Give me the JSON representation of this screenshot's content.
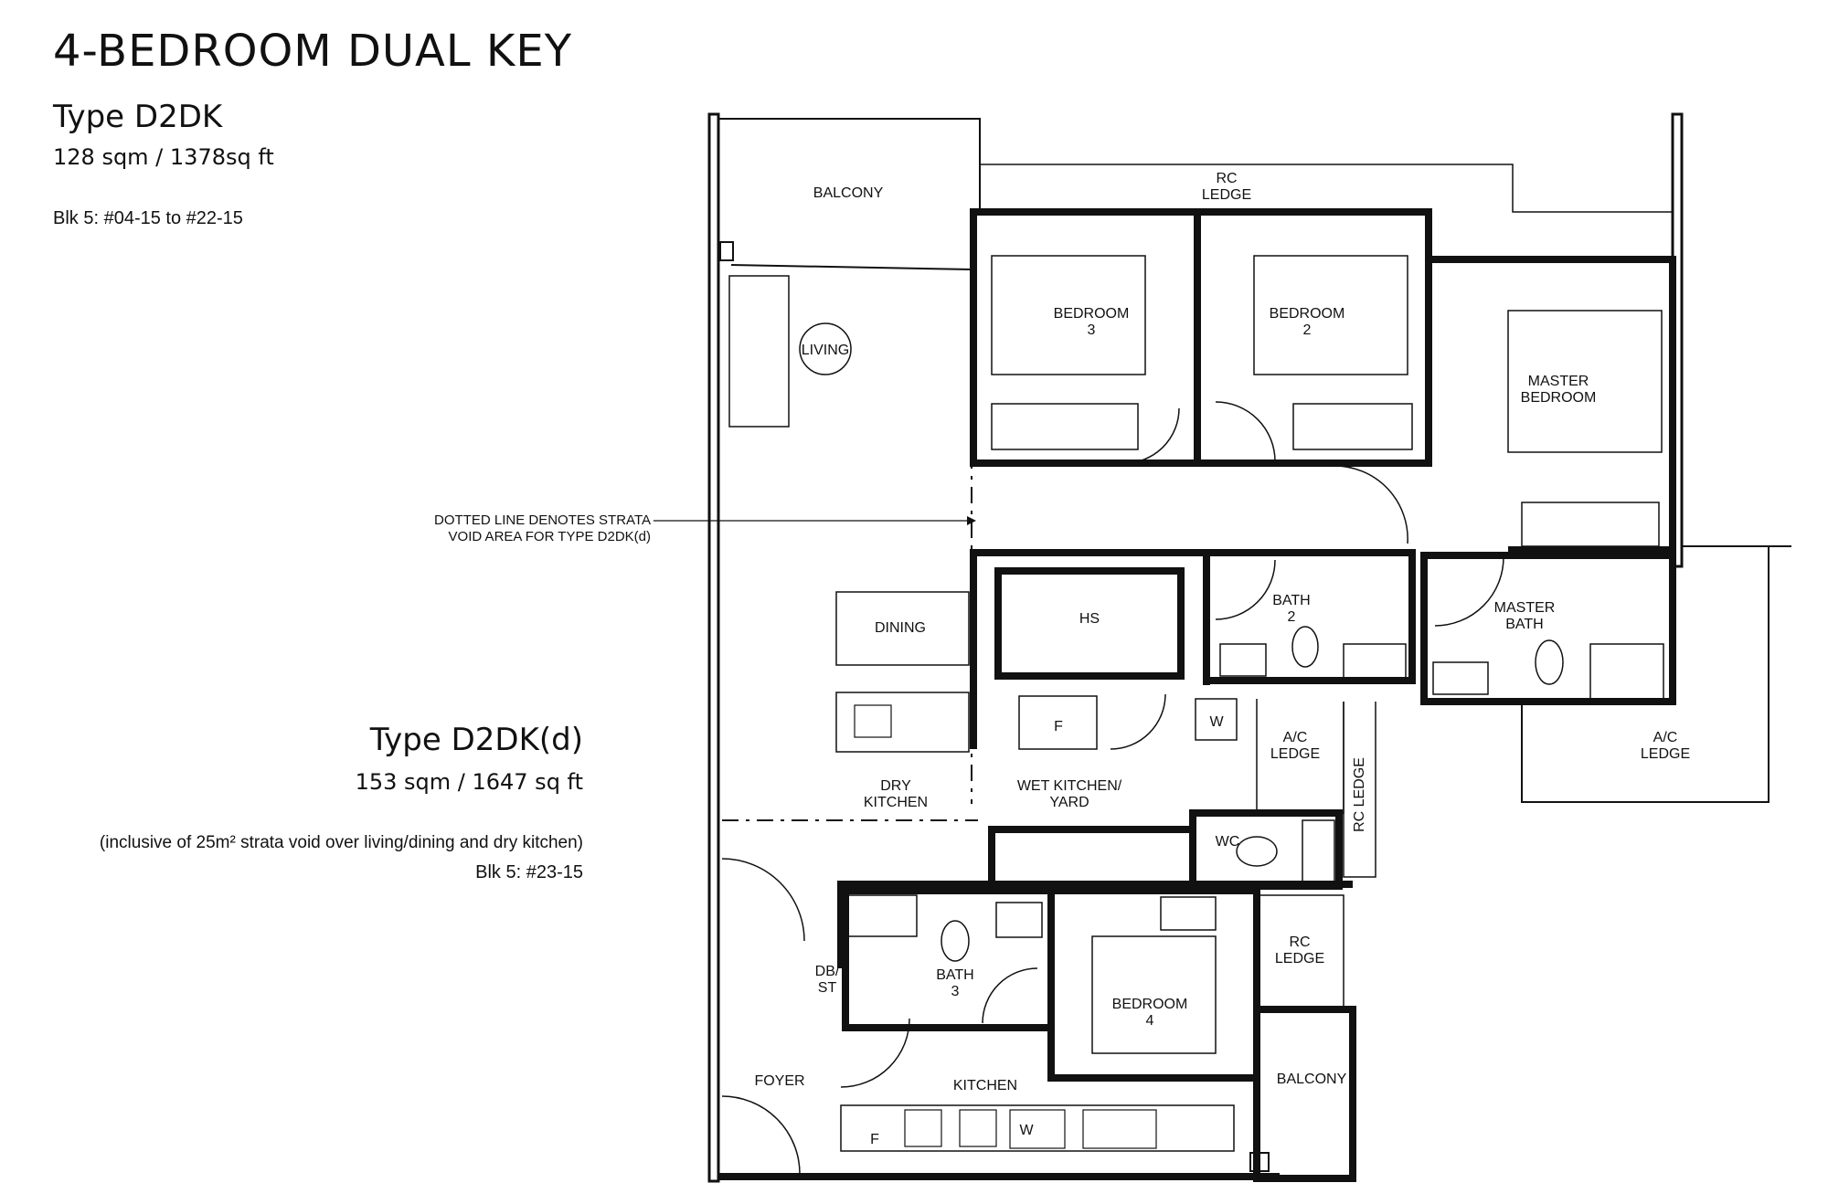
{
  "header": {
    "title": "4-BEDROOM DUAL KEY"
  },
  "type_a": {
    "name": "Type D2DK",
    "area": "128 sqm / 1378sq ft",
    "units": "Blk 5: #04-15 to #22-15"
  },
  "type_b": {
    "name": "Type D2DK(d)",
    "area": "153 sqm / 1647 sq ft",
    "note": "(inclusive of 25m² strata void over living/dining and dry kitchen)",
    "units": "Blk 5: #23-15"
  },
  "annotation": {
    "line1": "DOTTED LINE DENOTES STRATA",
    "line2": "VOID AREA FOR TYPE D2DK(d)"
  },
  "rooms": {
    "balcony_top": "BALCONY",
    "rc_ledge_top_1": "RC",
    "rc_ledge_top_2": "LEDGE",
    "bedroom3_1": "BEDROOM",
    "bedroom3_2": "3",
    "bedroom2_1": "BEDROOM",
    "bedroom2_2": "2",
    "master_bedroom_1": "MASTER",
    "master_bedroom_2": "BEDROOM",
    "living": "LIVING",
    "dining": "DINING",
    "hs": "HS",
    "bath2_1": "BATH",
    "bath2_2": "2",
    "master_bath_1": "MASTER",
    "master_bath_2": "BATH",
    "ac_ledge_mid_1": "A/C",
    "ac_ledge_mid_2": "LEDGE",
    "ac_ledge_right_1": "A/C",
    "ac_ledge_right_2": "LEDGE",
    "fridge_1": "F",
    "washer_1": "W",
    "rc_ledge_vertical": "RC LEDGE",
    "dry_kitchen_1": "DRY",
    "dry_kitchen_2": "KITCHEN",
    "wet_kitchen_1": "WET KITCHEN/",
    "wet_kitchen_2": "YARD",
    "wc": "WC",
    "bath3_1": "BATH",
    "bath3_2": "3",
    "db_1": "DB/",
    "db_2": "ST",
    "bedroom4_1": "BEDROOM",
    "bedroom4_2": "4",
    "rc_ledge_low_1": "RC",
    "rc_ledge_low_2": "LEDGE",
    "foyer": "FOYER",
    "kitchen": "KITCHEN",
    "balcony_bottom": "BALCONY",
    "fridge_2": "F",
    "washer_2": "W"
  }
}
